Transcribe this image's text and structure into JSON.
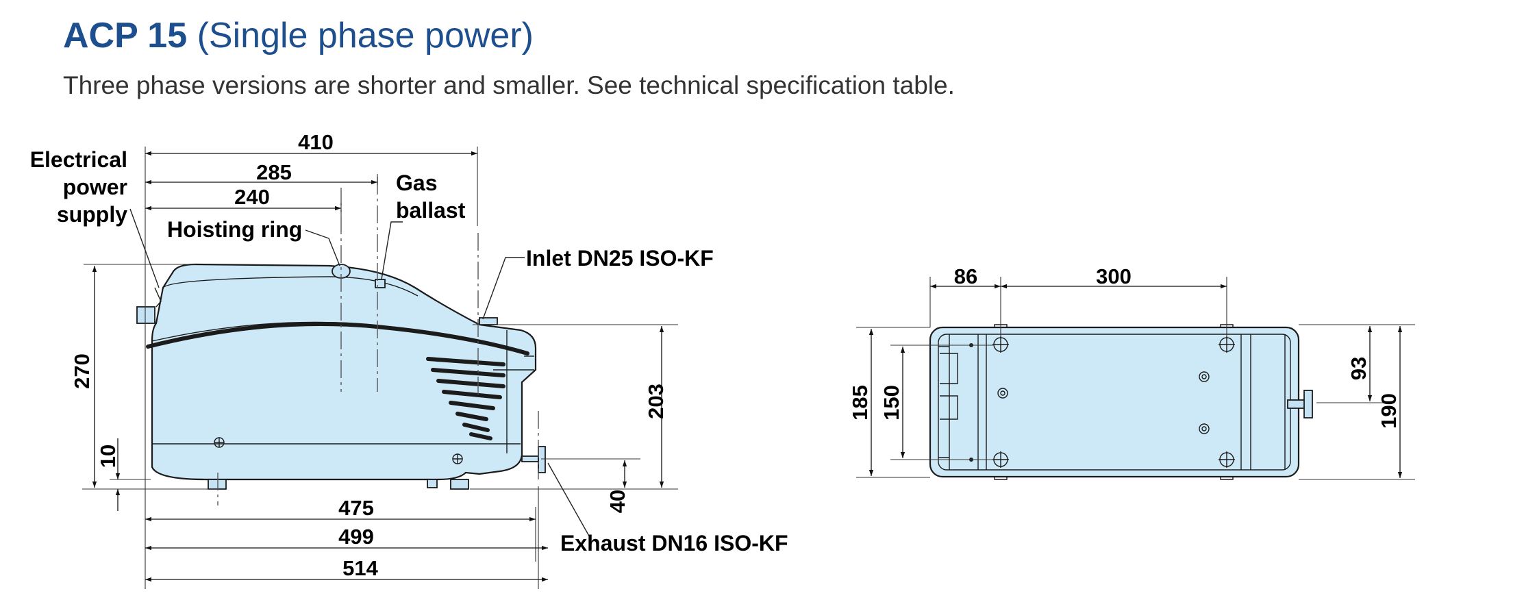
{
  "header": {
    "model": "ACP 15",
    "variant": "(Single phase power)",
    "note": "Three phase versions are shorter and smaller. See technical specification table."
  },
  "side_view": {
    "labels": {
      "power_line1": "Electrical",
      "power_line2": "power",
      "power_line3": "supply",
      "hoisting": "Hoisting ring",
      "gas_line1": "Gas",
      "gas_line2": "ballast",
      "inlet": "Inlet DN25 ISO-KF",
      "exhaust": "Exhaust DN16 ISO-KF"
    },
    "dims": {
      "d410": "410",
      "d285": "285",
      "d240": "240",
      "d270": "270",
      "d10": "10",
      "d203": "203",
      "d40": "40",
      "d475": "475",
      "d499": "499",
      "d514": "514"
    }
  },
  "top_view": {
    "dims": {
      "d86": "86",
      "d300": "300",
      "d185": "185",
      "d150": "150",
      "d93": "93",
      "d190": "190"
    }
  },
  "colors": {
    "title": "#1d4f8f",
    "pump_body": "#cde8f7"
  }
}
